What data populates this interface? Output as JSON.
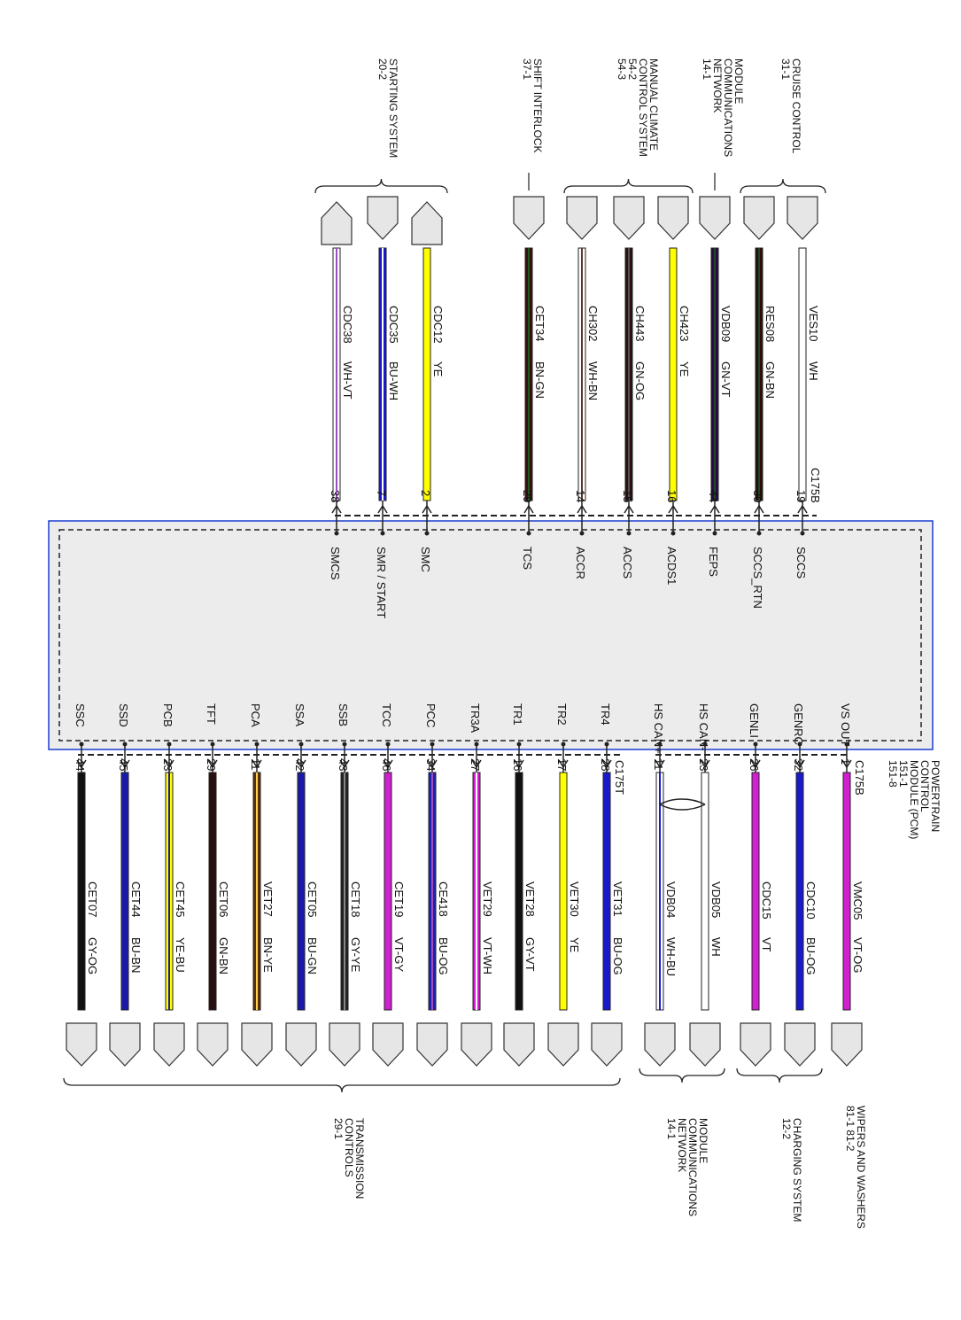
{
  "module": {
    "lines": [
      "POWERTRAIN",
      "CONTROL",
      "MODULE (PCM)",
      "151-1",
      "151-8"
    ]
  },
  "connectors": {
    "top": "C175B",
    "bottom_a": "C175B",
    "bottom_b": "C175T"
  },
  "top_wires": [
    {
      "pin": "38",
      "circuit": "CDC38",
      "color_code": "WH-VT",
      "signal": "SMCS",
      "color": "#ffffff",
      "stripe": "#9a4fc0"
    },
    {
      "pin": "7",
      "circuit": "CDC35",
      "color_code": "BU-WH",
      "signal": "SMR / START",
      "color": "#1a1acc",
      "stripe": "#ffffff"
    },
    {
      "pin": "2",
      "circuit": "CDC12",
      "color_code": "YE",
      "signal": "SMC",
      "color": "#ffff00",
      "stripe": ""
    },
    {
      "pin": "29",
      "circuit": "CET34",
      "color_code": "BN-GN",
      "signal": "TCS",
      "color": "#3a0d0d",
      "stripe": "#1e5a1e"
    },
    {
      "pin": "14",
      "circuit": "CH302",
      "color_code": "WH-BN",
      "signal": "ACCR",
      "color": "#ffffff",
      "stripe": "#5a3a2a"
    },
    {
      "pin": "15",
      "circuit": "CH443",
      "color_code": "GN-OG",
      "signal": "ACCS",
      "color": "#2a1010",
      "stripe": "#555555"
    },
    {
      "pin": "16",
      "circuit": "CH423",
      "color_code": "YE",
      "signal": "ACDS1",
      "color": "#ffff00",
      "stripe": ""
    },
    {
      "pin": "44",
      "circuit": "VDB09",
      "color_code": "GN-VT",
      "signal": "FEPS",
      "color": "#2a0a4a",
      "stripe": "#1e4a1e"
    },
    {
      "pin": "30",
      "circuit": "RES08",
      "color_code": "GN-BN",
      "signal": "SCCS_RTN",
      "color": "#2a0d0d",
      "stripe": "#1e4a1e"
    },
    {
      "pin": "19",
      "circuit": "VES10",
      "color_code": "WH",
      "signal": "SCCS",
      "color": "#ffffff",
      "stripe": ""
    }
  ],
  "bottom_wires": [
    {
      "pin": "44",
      "circuit": "CET07",
      "color_code": "GY-OG",
      "signal": "SSC",
      "color": "#111111",
      "stripe": ""
    },
    {
      "pin": "45",
      "circuit": "CET44",
      "color_code": "BU-BN",
      "signal": "SSD",
      "color": "#1a1aaa",
      "stripe": ""
    },
    {
      "pin": "23",
      "circuit": "CET45",
      "color_code": "YE-BU",
      "signal": "PCB",
      "color": "#ffff00",
      "stripe": "#1a1aaa"
    },
    {
      "pin": "29",
      "circuit": "CET06",
      "color_code": "GN-BN",
      "signal": "TFT",
      "color": "#2a1010",
      "stripe": ""
    },
    {
      "pin": "11",
      "circuit": "VET27",
      "color_code": "BN-YE",
      "signal": "PCA",
      "color": "#5a3010",
      "stripe": "#ffd24a"
    },
    {
      "pin": "42",
      "circuit": "CET05",
      "color_code": "BU-GN",
      "signal": "SSA",
      "color": "#1a1aaa",
      "stripe": ""
    },
    {
      "pin": "43",
      "circuit": "CET18",
      "color_code": "GY-YE",
      "signal": "SSB",
      "color": "#222222",
      "stripe": "#888888"
    },
    {
      "pin": "46",
      "circuit": "CET19",
      "color_code": "VT-GY",
      "signal": "TCC",
      "color": "#d020d0",
      "stripe": ""
    },
    {
      "pin": "34",
      "circuit": "CE418",
      "color_code": "BU-OG",
      "signal": "PCC",
      "color": "#2020b0",
      "stripe": "#9a4fc0"
    },
    {
      "pin": "27",
      "circuit": "VET29",
      "color_code": "VT-WH",
      "signal": "TR3A",
      "color": "#d020d0",
      "stripe": "#ffffff"
    },
    {
      "pin": "16",
      "circuit": "VET28",
      "color_code": "GY-VT",
      "signal": "TR1",
      "color": "#111111",
      "stripe": ""
    },
    {
      "pin": "17",
      "circuit": "VET30",
      "color_code": "YE",
      "signal": "TR2",
      "color": "#ffff00",
      "stripe": ""
    },
    {
      "pin": "28",
      "circuit": "VET31",
      "color_code": "BU-OG",
      "signal": "TR4",
      "color": "#1a1acc",
      "stripe": ""
    },
    {
      "pin": "11",
      "circuit": "VDB04",
      "color_code": "WH-BU",
      "signal": "HS CAN+",
      "color": "#ffffff",
      "stripe": "#1a1acc"
    },
    {
      "pin": "23",
      "circuit": "VDB05",
      "color_code": "WH",
      "signal": "HS CAN-",
      "color": "#ffffff",
      "stripe": ""
    },
    {
      "pin": "26",
      "circuit": "CDC15",
      "color_code": "VT",
      "signal": "GENLI",
      "color": "#d020d0",
      "stripe": ""
    },
    {
      "pin": "32",
      "circuit": "CDC10",
      "color_code": "BU-OG",
      "signal": "GENRC",
      "color": "#1a1acc",
      "stripe": ""
    },
    {
      "pin": "1",
      "circuit": "VMC05",
      "color_code": "VT-OG",
      "signal": "VS OUT",
      "color": "#d020d0",
      "stripe": ""
    }
  ],
  "top_groups": [
    {
      "lines": [
        "STARTING SYSTEM",
        "20-2"
      ]
    },
    {
      "lines": [
        "SHIFT INTERLOCK",
        "37-1"
      ]
    },
    {
      "lines": [
        "MANUAL CLIMATE",
        "CONTROL SYSTEM",
        "54-2",
        "54-3"
      ]
    },
    {
      "lines": [
        "MODULE",
        "COMMUNICATIONS",
        "NETWORK",
        "14-1"
      ]
    },
    {
      "lines": [
        "CRUISE CONTROL",
        "31-1"
      ]
    }
  ],
  "bottom_groups": [
    {
      "lines": [
        "TRANSMISSION",
        "CONTROLS",
        "29-1"
      ]
    },
    {
      "lines": [
        "MODULE",
        "COMMUNICATIONS",
        "NETWORK",
        "14-1"
      ]
    },
    {
      "lines": [
        "CHARGING SYSTEM",
        "12-2"
      ]
    },
    {
      "lines": [
        "WIPERS AND WASHERS",
        "81-1   81-2"
      ]
    }
  ],
  "colors": {
    "module_fill": "#ececec",
    "module_border": "#1a3fd0",
    "connector_fill": "#e6e6e6"
  }
}
